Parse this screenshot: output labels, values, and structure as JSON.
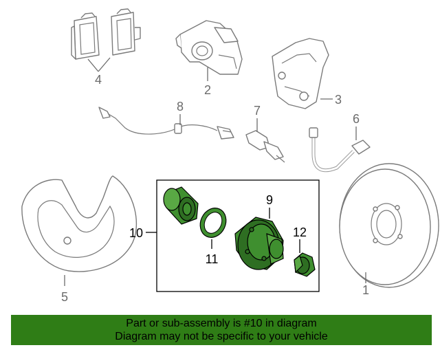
{
  "callouts": {
    "c1": "1",
    "c2": "2",
    "c3": "3",
    "c4": "4",
    "c5": "5",
    "c6": "6",
    "c7": "7",
    "c8": "8",
    "c9": "9",
    "c10": "10",
    "c11": "11",
    "c12": "12"
  },
  "banner": {
    "line1": "Part or sub-assembly is #10 in diagram",
    "line2": "Diagram may not be specific to your vehicle"
  },
  "colors": {
    "banner_bg": "#2f7d16",
    "highlight_part": "#3f8f2f",
    "line_art": "#7a7a7a"
  }
}
